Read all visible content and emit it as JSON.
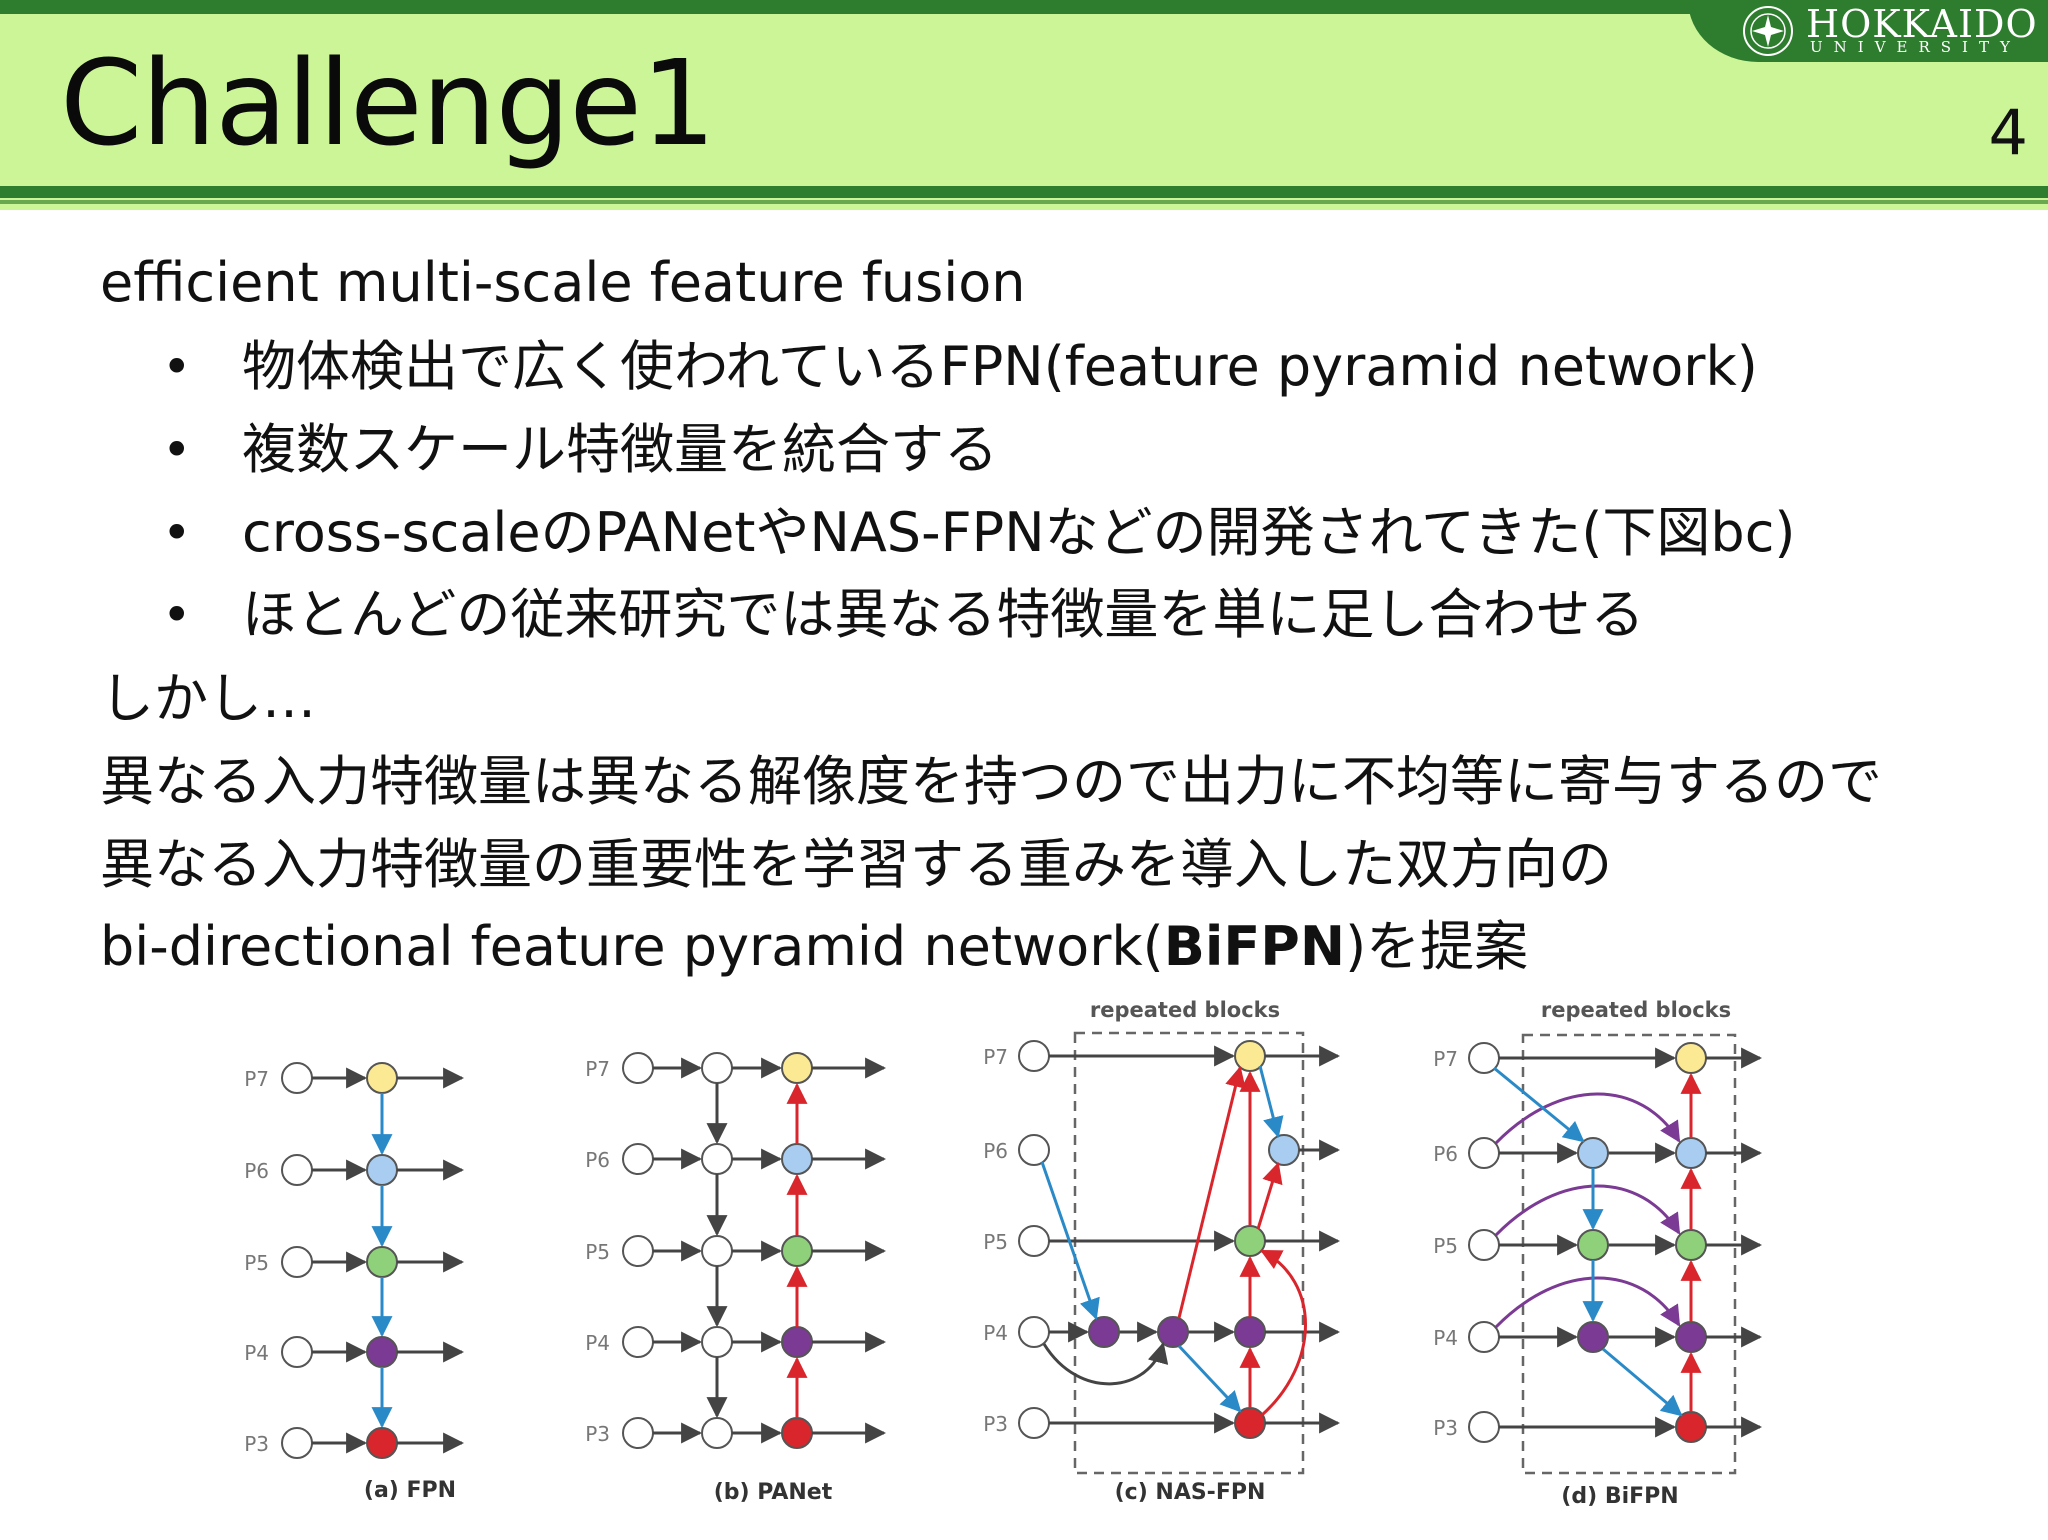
{
  "header": {
    "title": "Challenge1",
    "page_number": "4",
    "logo_main": "HOKKAIDO",
    "logo_sub": "UNIVERSITY"
  },
  "body": {
    "heading": "efficient multi-scale feature fusion",
    "bullets": [
      "物体検出で広く使われているFPN(feature pyramid network)",
      "複数スケール特徴量を統合する",
      "cross-scaleのPANetやNAS-FPNなどの開発されてきた(下図bc)",
      "ほとんどの従来研究では異なる特徴量を単に足し合わせる"
    ],
    "however": "しかし…",
    "line1": "異なる入力特徴量は異なる解像度を持つので出力に不均等に寄与するので",
    "line2": "異なる入力特徴量の重要性を学習する重みを導入した双方向の",
    "line3_pre": "bi-directional feature pyramid network(",
    "line3_bold": "BiFPN",
    "line3_post": ")を提案"
  },
  "figure": {
    "level_labels": [
      "P7",
      "P6",
      "P5",
      "P4",
      "P3"
    ],
    "repeated_blocks_label": "repeated blocks",
    "panels": [
      {
        "caption": "(a) FPN"
      },
      {
        "caption": "(b) PANet"
      },
      {
        "caption": "(c) NAS-FPN"
      },
      {
        "caption": "(d) BiFPN"
      }
    ],
    "colors": {
      "P7": "#fce993",
      "P6": "#a9cdf0",
      "P5": "#8fd17a",
      "P4": "#7b3a93",
      "P3": "#d9262c",
      "blue_arrow": "#2a8ac8",
      "red_arrow": "#d9262c",
      "purple_arrow": "#7b3a93",
      "gray_arrow": "#444444",
      "header_bg": "#ccf598",
      "header_band": "#2e7d2e"
    }
  }
}
